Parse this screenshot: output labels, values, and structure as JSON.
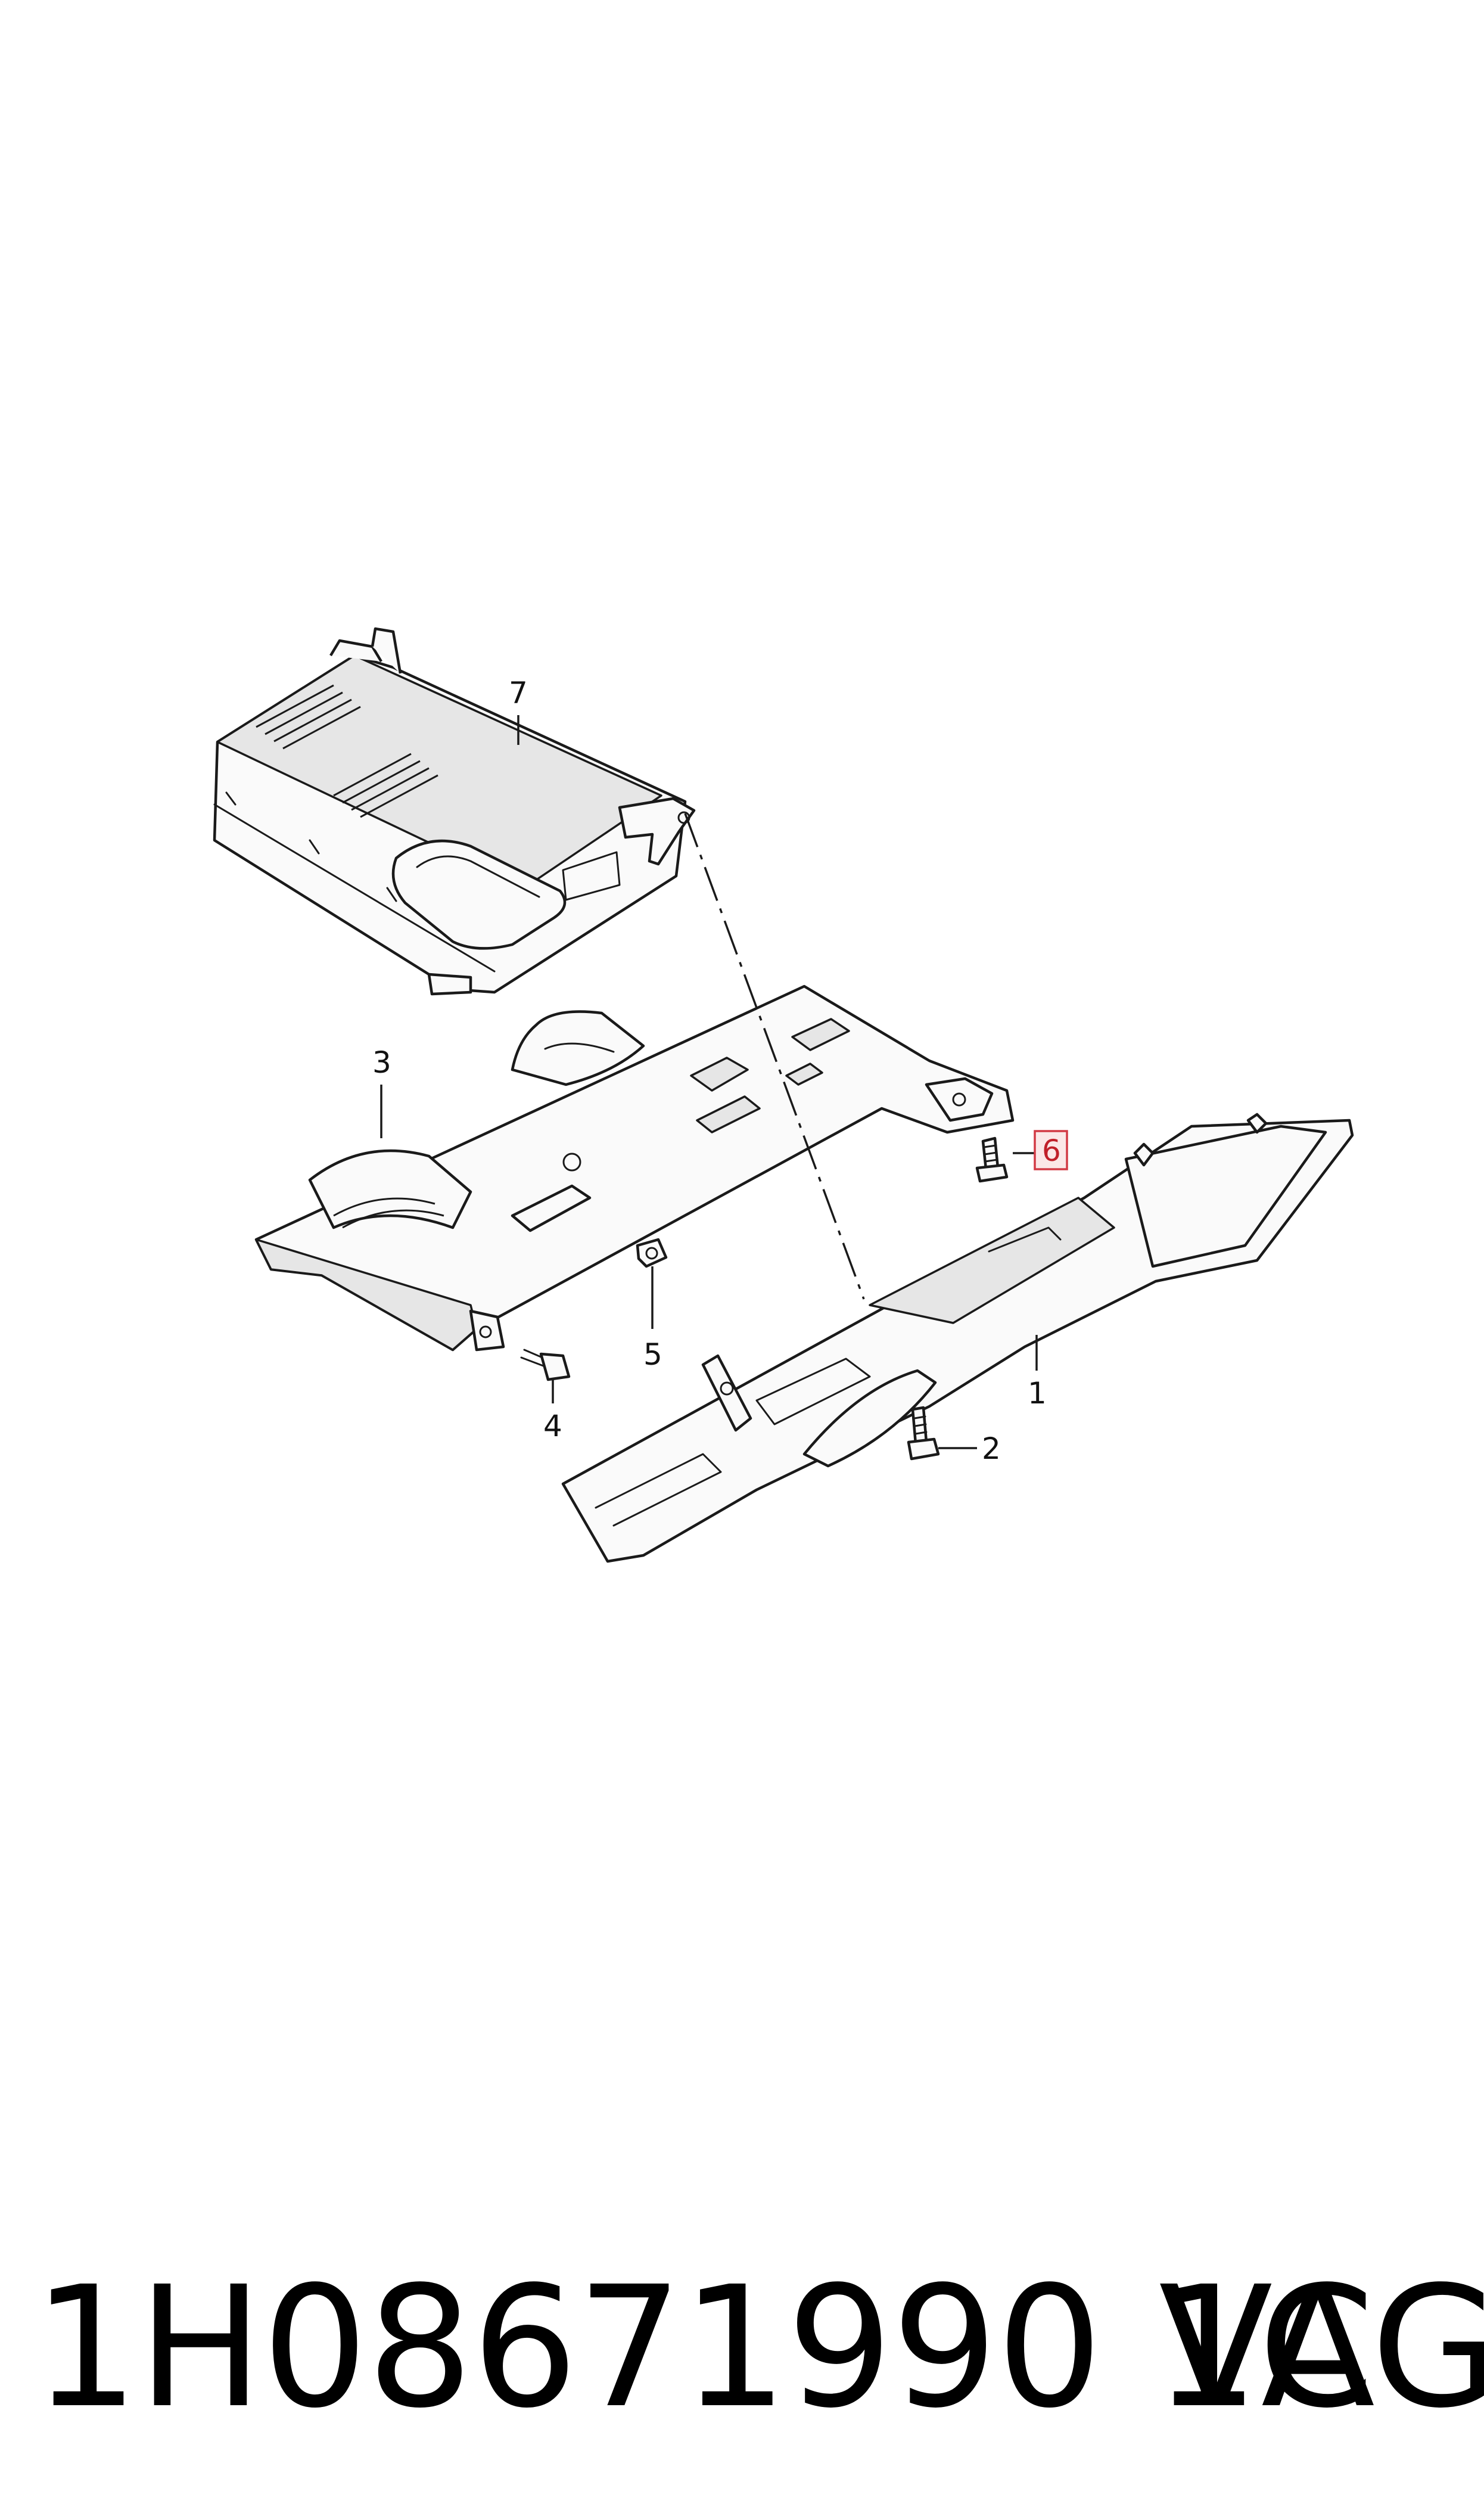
{
  "footer": {
    "part_number": "1H08671990 1C",
    "brand": "VAG"
  },
  "callouts": [
    {
      "id": "1",
      "highlighted": false
    },
    {
      "id": "2",
      "highlighted": false
    },
    {
      "id": "3",
      "highlighted": false
    },
    {
      "id": "4",
      "highlighted": false
    },
    {
      "id": "5",
      "highlighted": false
    },
    {
      "id": "6",
      "highlighted": true
    },
    {
      "id": "7",
      "highlighted": false
    }
  ],
  "colors": {
    "line": "#1a1a1a",
    "highlight_border": "#d23a45",
    "highlight_fill": "#fbe7e7"
  }
}
